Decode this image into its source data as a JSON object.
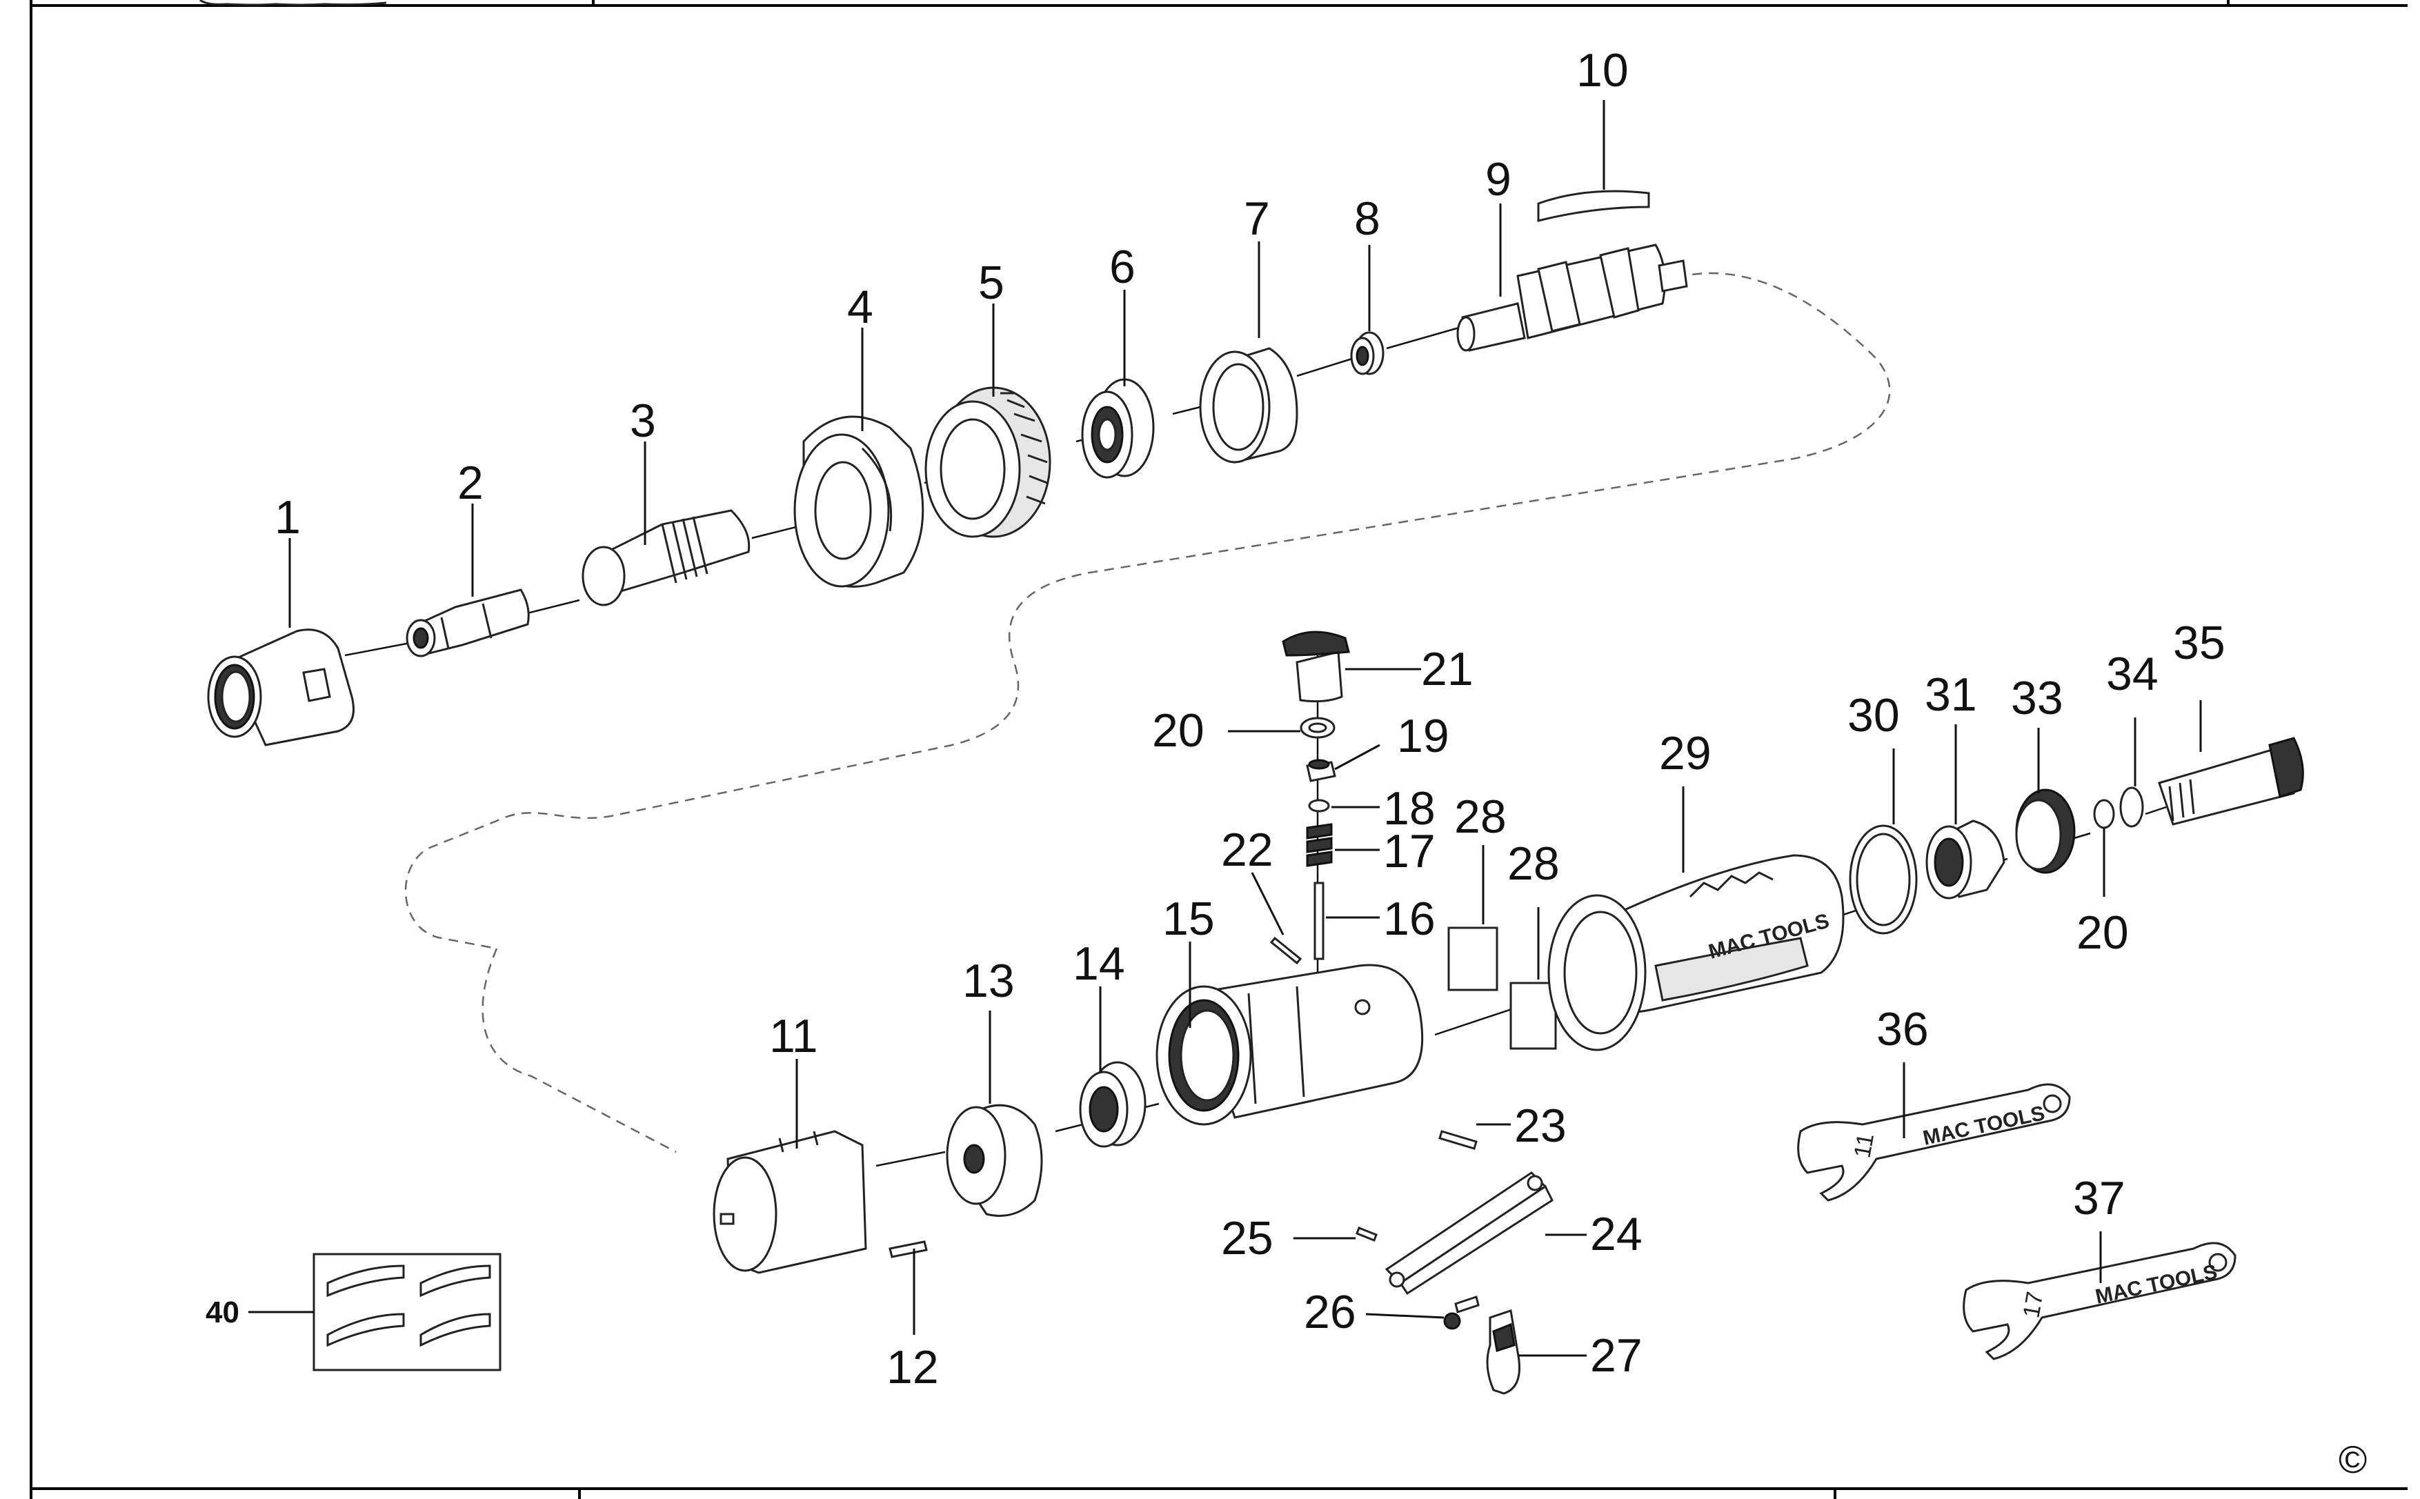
{
  "callouts": {
    "c1": "1",
    "c2": "2",
    "c3": "3",
    "c4": "4",
    "c5": "5",
    "c6": "6",
    "c7": "7",
    "c8": "8",
    "c9": "9",
    "c10": "10",
    "c11": "11",
    "c12": "12",
    "c13": "13",
    "c14": "14",
    "c15": "15",
    "c16": "16",
    "c17": "17",
    "c18": "18",
    "c19": "19",
    "c20a": "20",
    "c20b": "20",
    "c21": "21",
    "c22": "22",
    "c23": "23",
    "c24": "24",
    "c25": "25",
    "c26": "26",
    "c27": "27",
    "c28a": "28",
    "c28b": "28",
    "c29": "29",
    "c30": "30",
    "c31": "31",
    "c33": "33",
    "c34": "34",
    "c35": "35",
    "c36": "36",
    "c37": "37",
    "c40": "40"
  },
  "markings": {
    "housing_brand": "MAC TOOLS",
    "wrench36_brand": "MAC TOOLS",
    "wrench36_size": "11",
    "wrench37_brand": "MAC TOOLS",
    "wrench37_size": "17"
  },
  "copyright": "©",
  "colors": {
    "ink": "#111111",
    "part_fill": "#ffffff",
    "shade": "#e6e6e6"
  }
}
